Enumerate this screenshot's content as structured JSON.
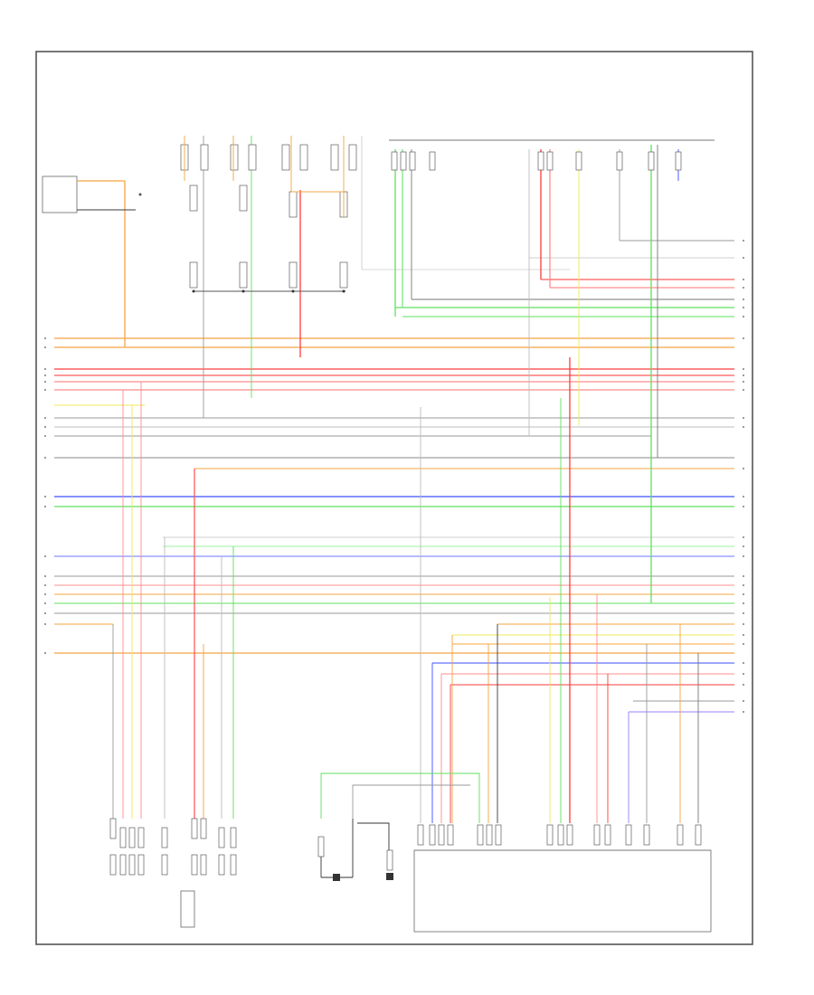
{
  "diagram": {
    "title": "",
    "colors": {
      "orange": "#f5a442",
      "red": "#ff3b3b",
      "pink": "#ff8c8c",
      "yellow": "#f2e85a",
      "green": "#5fe05f",
      "lightgreen": "#9cf09c",
      "blue": "#3d4dff",
      "violet": "#9c7cff",
      "gray": "#9a9a9a",
      "lightgray": "#cfcfcf",
      "black": "#3a3a3a"
    },
    "components": [
      {
        "id": "left-module",
        "lines": [
          "",
          "",
          ""
        ]
      },
      {
        "id": "top-switch-bank",
        "lines": [
          ""
        ]
      },
      {
        "id": "center-junction",
        "lines": [
          "",
          "",
          ""
        ]
      },
      {
        "id": "bottom-left-module-1",
        "lines": [
          "",
          "",
          "",
          ""
        ]
      },
      {
        "id": "bottom-left-module-2",
        "lines": [
          "",
          "",
          "",
          ""
        ]
      },
      {
        "id": "bottom-ground-1",
        "lines": [
          "",
          "",
          "",
          ""
        ]
      },
      {
        "id": "bottom-ground-2",
        "lines": [
          "",
          "",
          ""
        ]
      },
      {
        "id": "bottom-right-module",
        "lines": [
          "",
          "",
          "",
          ""
        ]
      },
      {
        "id": "top-right-module",
        "lines": [
          "",
          "",
          "",
          ""
        ]
      }
    ],
    "footer": {
      "left": "",
      "center": ""
    }
  }
}
